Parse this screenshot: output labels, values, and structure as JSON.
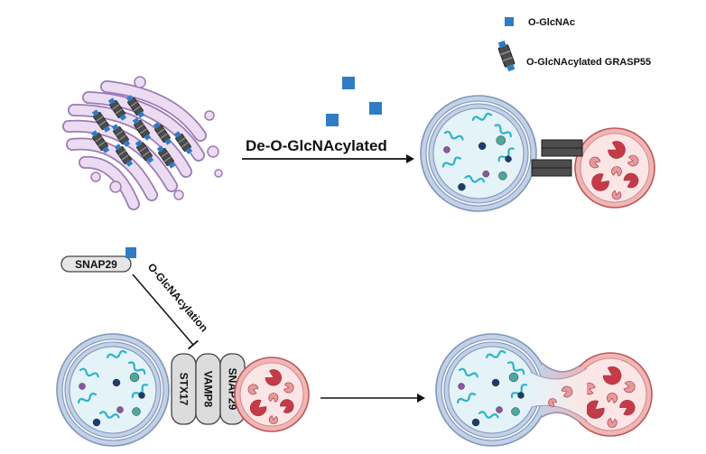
{
  "legend": {
    "oglcnac_label": "O-GlcNAc",
    "grasp55_label": "O-GlcNAcylated GRASP55"
  },
  "top_arrow_label": "De-O-GlcNAcylated",
  "snap29_label": "SNAP29",
  "inhibition_label": "O-GlcNAcylation",
  "snare": {
    "stx17": "STX17",
    "vamp8": "VAMP8",
    "snap29": "SNAP29"
  },
  "colors": {
    "oglcnac": "#2f7cc4",
    "grasp": "#4b4b4b",
    "golgi_outline": "#9b7bb5",
    "golgi_fill": "#ecdcf1",
    "membrane": "#c3d1e6",
    "membrane_stroke": "#7f96bb",
    "autophagosome_lumen": "#e4f3f8",
    "lysosome_membrane": "#eeb7b7",
    "lysosome_stroke": "#c25555",
    "lysosome_lumen": "#fbe6e5",
    "cargo_squiggle": "#2db3c7",
    "cargo_teal": "#4ca79c",
    "cargo_navy": "#1d3c6e",
    "cargo_purple": "#8e55a3",
    "cargo_red": "#c43b47",
    "cargo_pink": "#e49a9a",
    "snare_fill": "#dcdcdc"
  }
}
